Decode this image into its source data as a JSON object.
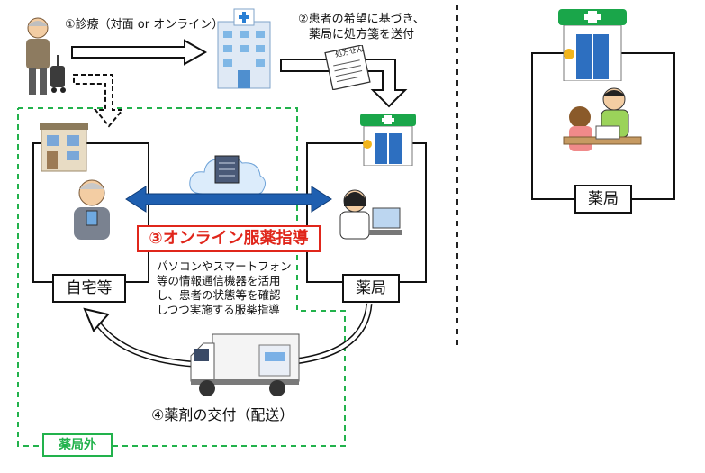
{
  "steps": {
    "consultation": "①診療（対面 or オンライン）",
    "prescription_line1": "②患者の希望に基づき、",
    "prescription_line2": "薬局に処方箋を送付",
    "online_guidance": "③オンライン服薬指導",
    "delivery": "④薬剤の交付（配送）"
  },
  "description": {
    "line1": "パソコンやスマートフォン",
    "line2": "等の情報通信機器を活用",
    "line3": "し、患者の状態等を確認",
    "line4": "しつつ実施する服薬指導"
  },
  "labels": {
    "home": "自宅等",
    "pharmacy": "薬局",
    "pharmacy_right": "薬局",
    "outside_pharmacy": "薬局外",
    "prescription_doc": "処方せん"
  },
  "colors": {
    "green": "#22b24c",
    "red": "#e0261b",
    "blue": "#1f5fb0"
  }
}
